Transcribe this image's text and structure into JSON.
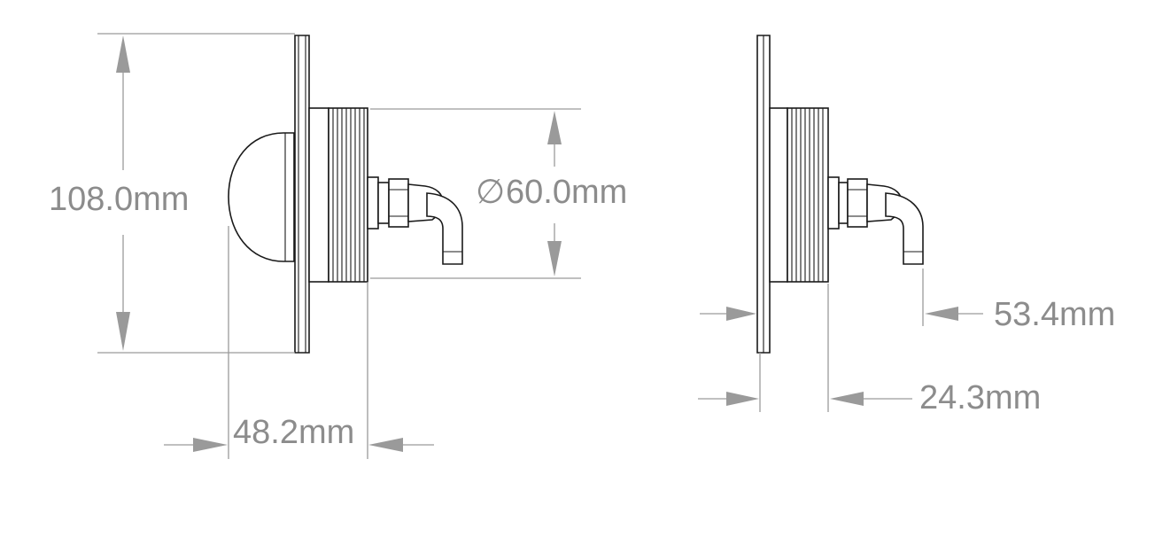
{
  "drawing": {
    "dimensions": {
      "height": "108.0mm",
      "diameter_symbol": "∅",
      "diameter": "60.0mm",
      "depth_front": "48.2mm",
      "depth_body": "24.3mm",
      "depth_total": "53.4mm"
    },
    "colors": {
      "dimension": "#8c8c8c",
      "outline": "#1a1a1a",
      "background": "#ffffff"
    }
  }
}
